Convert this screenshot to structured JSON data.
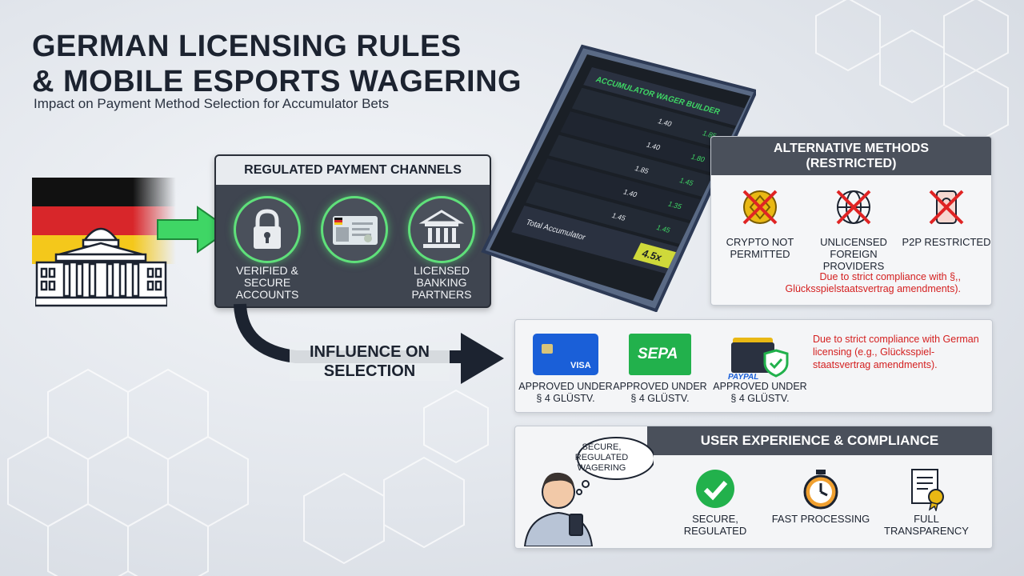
{
  "header": {
    "title_line1": "GERMAN LICENSING RULES",
    "title_line2": "& MOBILE ESPORTS WAGERING",
    "subtitle": "Impact on Payment Method Selection for Accumulator Bets"
  },
  "regulated": {
    "title": "REGULATED PAYMENT CHANNELS",
    "items": [
      {
        "label": "Verified & Secure Accounts",
        "icon": "padlock-icon"
      },
      {
        "label": "",
        "icon": "id-card-icon"
      },
      {
        "label": "Licensed Banking Partners",
        "icon": "bank-icon"
      }
    ]
  },
  "influence": {
    "line1": "INFLUENCE ON",
    "line2": "SELECTION"
  },
  "phone": {
    "header_label": "ACCUMULATOR WAGER BUILDER",
    "rows": [
      {
        "odds": "1.40",
        "odd2": "1.85"
      },
      {
        "odds": "1.40",
        "odd2": "1.80"
      },
      {
        "odds": "1.85",
        "odd2": "1.45"
      },
      {
        "odds": "1.40",
        "odd2": "1.35"
      },
      {
        "odds": "1.45",
        "odd2": "1.45"
      }
    ],
    "total_label": "Total Accumulator",
    "total_odds": "4.5x"
  },
  "alternative": {
    "title_line1": "ALTERNATIVE METHODS",
    "title_line2": "(RESTRICTED)",
    "items": [
      {
        "label": "Crypto Not Permitted",
        "icon": "crypto-coin-icon"
      },
      {
        "label": "Unlicensed Foreign Providers",
        "icon": "globe-icon"
      },
      {
        "label": "P2P Restricted",
        "icon": "p2p-phone-icon"
      }
    ],
    "note": "Due to strict compliance with §,, Glücksspielstaatsvertrag amendments)."
  },
  "approved": {
    "items": [
      {
        "label": "Approved under § 4 GlüStV.",
        "brand": "VISA",
        "icon": "credit-card-icon"
      },
      {
        "label": "Approved under § 4 GlüStV.",
        "brand": "SEPA",
        "icon": "sepa-icon"
      },
      {
        "label": "Approved under § 4 GlüStV.",
        "brand": "PAYPAL",
        "icon": "wallet-shield-icon"
      }
    ],
    "note": "Due to strict compliance with German licensing (e.g., Glücksspiel-staatsvertrag amendments)."
  },
  "ux": {
    "title": "USER EXPERIENCE & COMPLIANCE",
    "bubble": "Secure, Regulated Wagering",
    "items": [
      {
        "label": "Secure, Regulated",
        "icon": "checkmark-icon"
      },
      {
        "label": "Fast Processing",
        "icon": "stopwatch-icon"
      },
      {
        "label": "Full Transparency",
        "icon": "certificate-icon"
      }
    ]
  },
  "colors": {
    "accent_green": "#3fd665",
    "restricted_red": "#d42020",
    "panel_dark": "#4a505b",
    "visa_blue": "#1a5fd8",
    "sepa_green": "#22b14c"
  }
}
